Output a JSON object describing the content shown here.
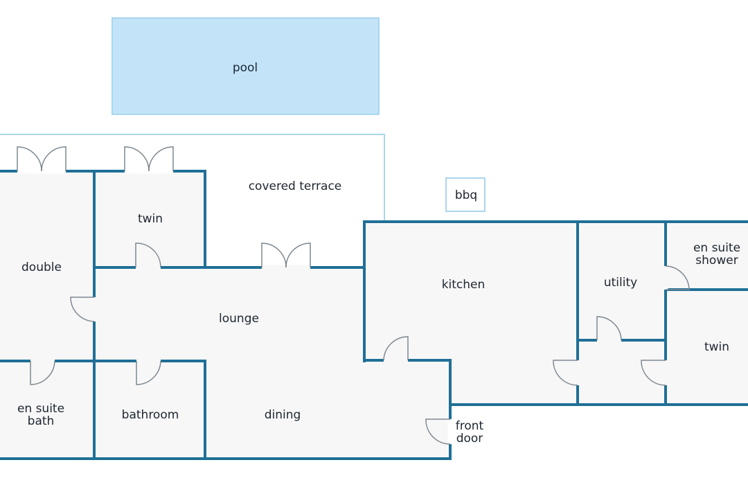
{
  "rooms": {
    "pool": "pool",
    "covered_terrace": "covered terrace",
    "bbq": "bbq",
    "twin_upper": "twin",
    "double": "double",
    "lounge": "lounge",
    "kitchen": "kitchen",
    "utility": "utility",
    "en_suite_shower_line1": "en suite",
    "en_suite_shower_line2": "shower",
    "twin_right": "twin",
    "en_suite_bath_line1": "en suite",
    "en_suite_bath_line2": "bath",
    "bathroom": "bathroom",
    "dining": "dining",
    "front_door_line1": "front",
    "front_door_line2": "door"
  },
  "colors": {
    "wall": "#1f6f96",
    "floor": "#f7f7f7",
    "pool_fill": "#c3e4f8",
    "pool_border": "#a9d6ee",
    "door_line": "#7d8790"
  }
}
